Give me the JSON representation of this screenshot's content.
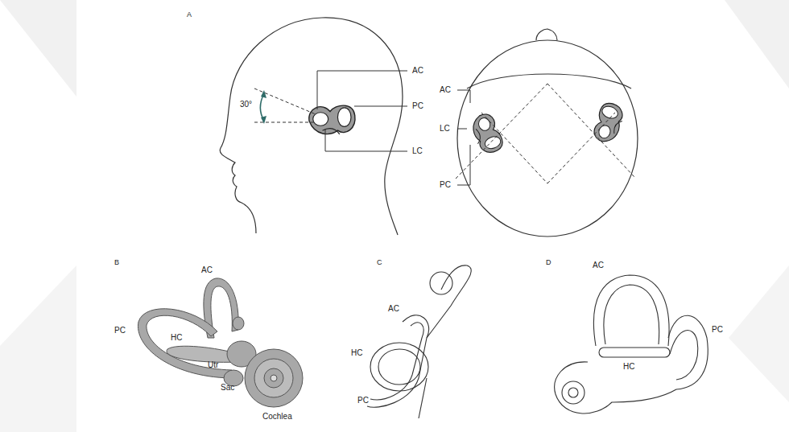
{
  "diagram": {
    "labels": [
      "A",
      "AC",
      "PC",
      "LC",
      "30°",
      "AC",
      "LC",
      "PC",
      "B",
      "AC",
      "PC",
      "HC",
      "Utr",
      "Sac",
      "Cochlea",
      "C",
      "AC",
      "HC",
      "PC",
      "D",
      "AC",
      "HC",
      "PC"
    ]
  }
}
